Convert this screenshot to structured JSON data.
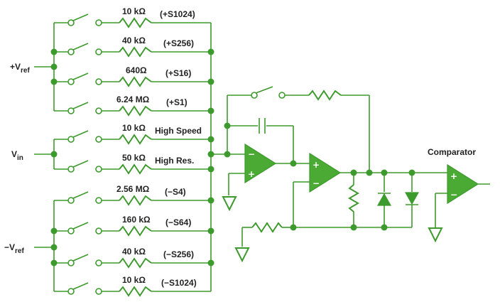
{
  "colors": {
    "wire": "#3d9a2c",
    "amp_fill": "#4aaa34",
    "text": "#222222"
  },
  "inputs": {
    "vref_pos": {
      "main": "+V",
      "sub": "ref"
    },
    "vin": {
      "main": "V",
      "sub": "in"
    },
    "vref_neg": {
      "main": "−V",
      "sub": "ref"
    }
  },
  "branches": [
    {
      "value": "10 kΩ",
      "tag": "(+S1024)"
    },
    {
      "value": "40 kΩ",
      "tag": "(+S256)"
    },
    {
      "value": "640Ω",
      "tag": "(+S16)"
    },
    {
      "value": "6.24 MΩ",
      "tag": "(+S1)"
    },
    {
      "value": "10 kΩ",
      "tag": "High Speed"
    },
    {
      "value": "50 kΩ",
      "tag": "High Res."
    },
    {
      "value": "2.56 MΩ",
      "tag": "(−S4)"
    },
    {
      "value": "160 kΩ",
      "tag": "(−S64)"
    },
    {
      "value": "40 kΩ",
      "tag": "(−S256)"
    },
    {
      "value": "10 kΩ",
      "tag": "(−S1024)"
    }
  ],
  "comparator_label": "Comparator",
  "opamp_signs": {
    "minus": "−",
    "plus": "+"
  },
  "icons": [
    "switch-icon",
    "resistor-icon",
    "capacitor-icon",
    "opamp-icon",
    "diode-icon",
    "ground-icon"
  ]
}
